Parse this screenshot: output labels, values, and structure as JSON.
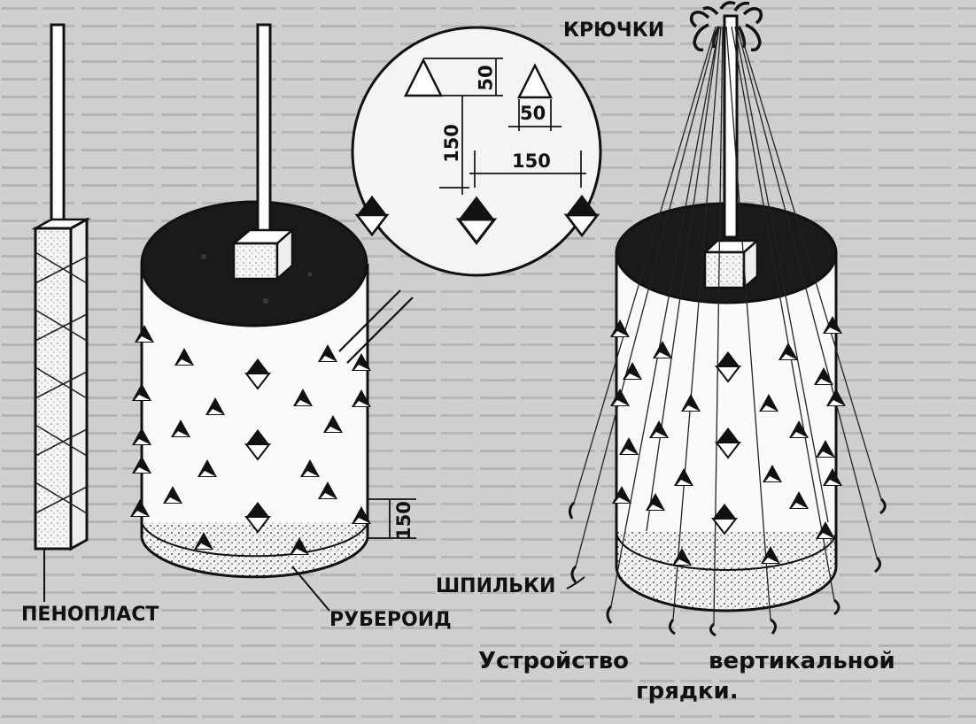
{
  "labels": {
    "foam": "ПЕНОПЛАСТ",
    "roofing": "РУБЕРОИД",
    "hooks": "КРЮЧКИ",
    "pins": "ШПИЛЬКИ",
    "caption_line1_word1": "Устройство",
    "caption_line1_word2": "вертикальной",
    "caption_line2": "грядки."
  },
  "dimensions": {
    "triangle_height": "50",
    "triangle_base": "50",
    "vertical_spacing": "150",
    "horizontal_spacing": "150",
    "bottom_offset": "150"
  }
}
